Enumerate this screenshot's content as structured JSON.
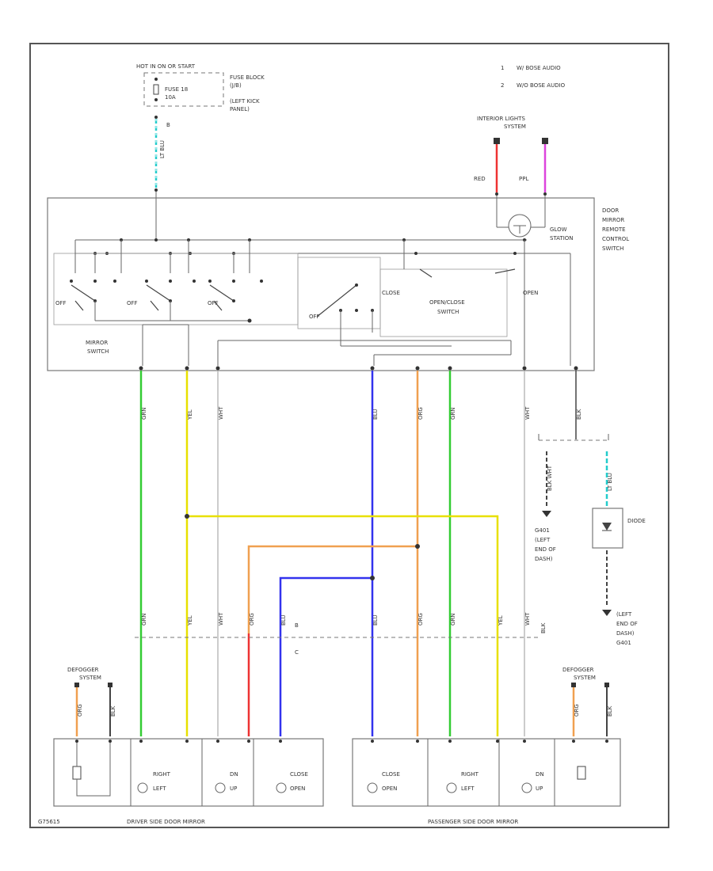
{
  "power": {
    "hot": "HOT IN ON OR START",
    "fuse": "FUSE 18",
    "amps": "10A",
    "connector": "B"
  },
  "fuse_block": {
    "label1": "FUSE BLOCK",
    "label2": "(J/B)",
    "label3": "(LEFT KICK",
    "label4": "PANEL)"
  },
  "legend": {
    "items": [
      {
        "num": "1",
        "text": "W/ BOSE AUDIO"
      },
      {
        "num": "2",
        "text": "W/O BOSE AUDIO"
      }
    ]
  },
  "interior_lights": {
    "label1": "INTERIOR LIGHTS",
    "label2": "SYSTEM",
    "wire_left": "RED",
    "wire_right": "PPL"
  },
  "remote_switch": {
    "line1": "DOOR",
    "line2": "MIRROR",
    "line3": "REMOTE",
    "line4": "CONTROL",
    "line5": "SWITCH",
    "glow_line1": "GLOW",
    "glow_line2": "STATION"
  },
  "mirror_switch": {
    "line1": "MIRROR",
    "line2": "SWITCH",
    "off": "OFF"
  },
  "open_close": {
    "close": "CLOSE",
    "open": "OPEN",
    "switch_line1": "OPEN/CLOSE",
    "switch_line2": "SWITCH"
  },
  "wires": {
    "top": [
      "GRN",
      "YEL",
      "WHT",
      "BLU",
      "ORG",
      "GRN",
      "WHT",
      "BLK"
    ],
    "lower": [
      "GRN",
      "YEL",
      "WHT",
      "ORG",
      "BLU",
      "BLU",
      "ORG",
      "GRN",
      "YEL",
      "WHT",
      "BLK"
    ],
    "power": "LT BLU",
    "blk_wht": "BLK WHT"
  },
  "ground": {
    "g1": "G401",
    "g1_line1": "(LEFT",
    "g1_line2": "END OF",
    "g1_line3": "DASH)",
    "g2_line1": "(LEFT",
    "g2_line2": "END OF",
    "g2_line3": "DASH)",
    "g2": "G401"
  },
  "diode": {
    "label": "DIODE"
  },
  "connector_marks": {
    "top": "B",
    "bottom": "C"
  },
  "defogger": {
    "left1": "DEFOGGER",
    "left2": "SYSTEM",
    "right1": "DEFOGGER",
    "right2": "SYSTEM"
  },
  "driver_mirror": {
    "label": "DRIVER SIDE DOOR MIRROR",
    "right": "RIGHT",
    "left": "LEFT",
    "dn": "DN",
    "up": "UP",
    "close": "CLOSE",
    "open": "OPEN"
  },
  "pass_mirror": {
    "label": "PASSENGER SIDE DOOR MIRROR",
    "close": "CLOSE",
    "open": "OPEN",
    "right": "RIGHT",
    "left": "LEFT",
    "dn": "DN",
    "up": "UP"
  },
  "footer": {
    "code": "G75615"
  },
  "colors": {
    "green": "#33cc33",
    "yellow": "#e8e000",
    "blue": "#3333ee",
    "orange": "#f0a050",
    "red": "#ee3333",
    "cyan": "#22cccc",
    "violet": "#dd44dd"
  }
}
